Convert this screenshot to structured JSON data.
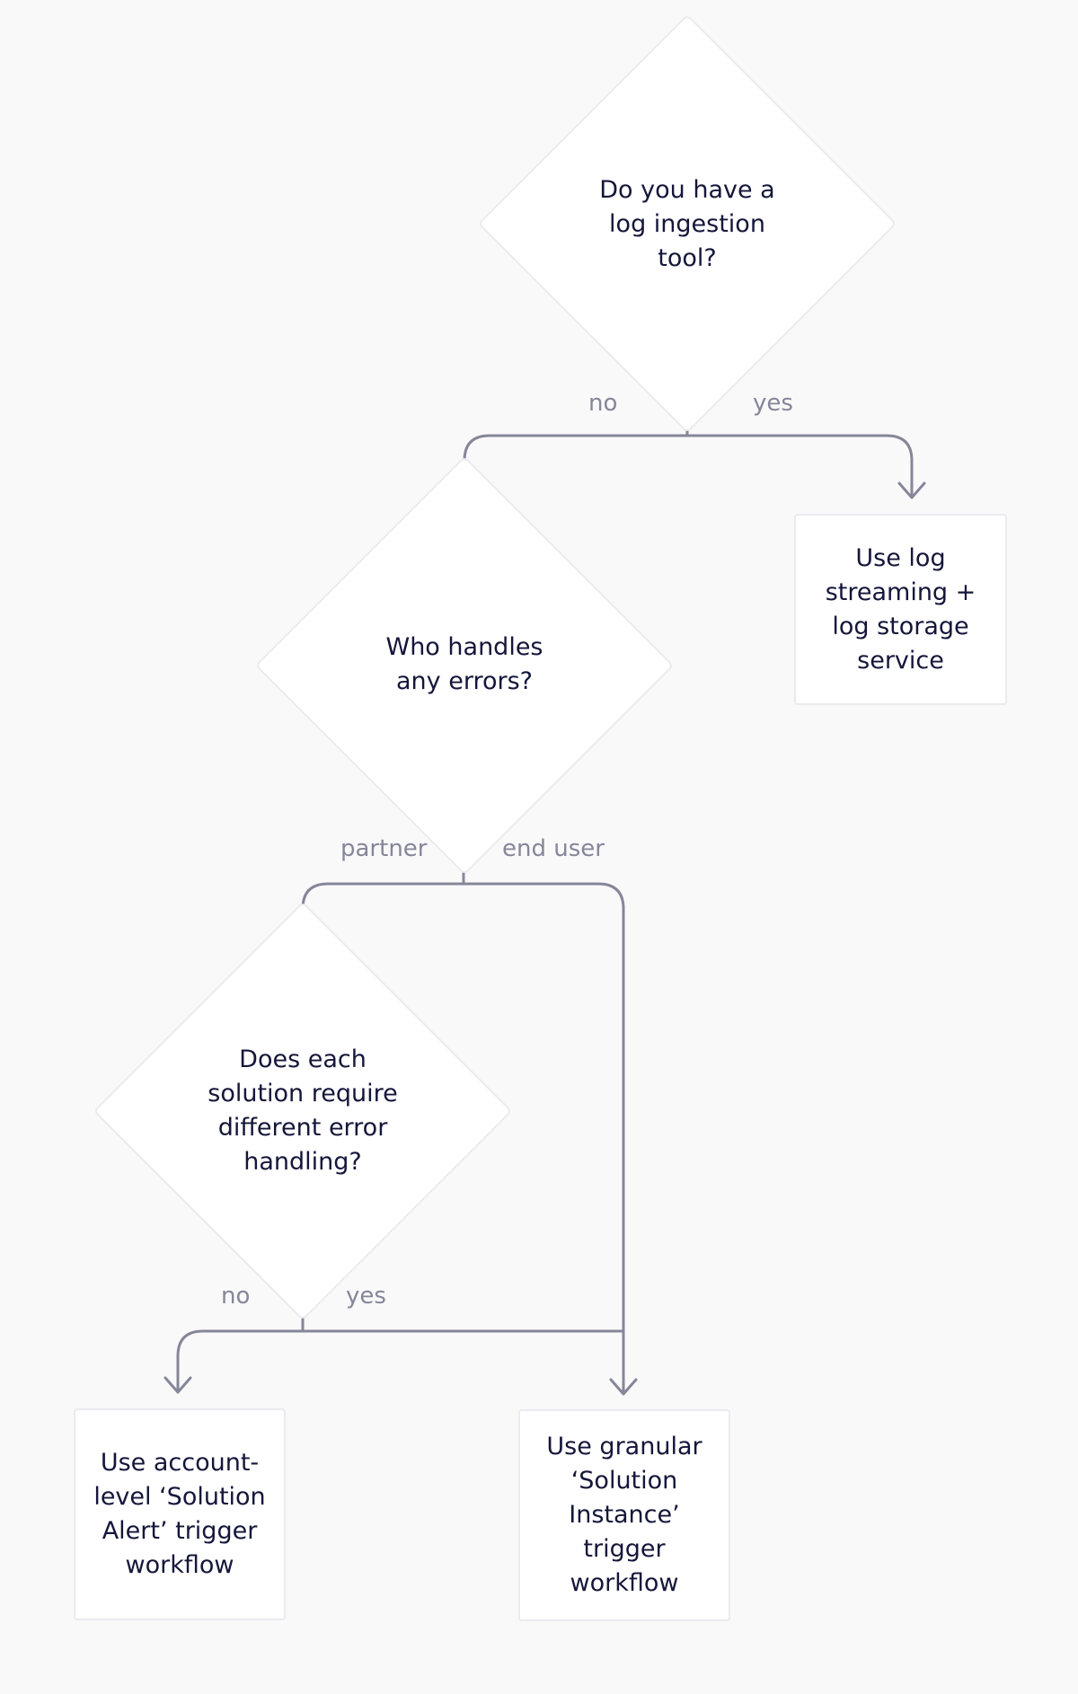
{
  "decisions": {
    "q1": "Do you have a log ingestion tool?",
    "q2": "Who handles any errors?",
    "q3": "Does each solution require different error handling?"
  },
  "outcomes": {
    "log_streaming": "Use log streaming + log storage service",
    "solution_alert": "Use account-level ‘Solution Alert’ trigger workflow",
    "solution_instance": "Use granular ‘Solution Instance’ trigger workflow"
  },
  "edge_labels": {
    "q1_no": "no",
    "q1_yes": "yes",
    "q2_partner": "partner",
    "q2_end_user": "end user",
    "q3_no": "no",
    "q3_yes": "yes"
  },
  "colors": {
    "background": "#f9f9fa",
    "node_fill": "#ffffff",
    "node_border": "#ebebef",
    "text": "#14163a",
    "connector": "#86869a",
    "edge_label": "#86869a"
  }
}
